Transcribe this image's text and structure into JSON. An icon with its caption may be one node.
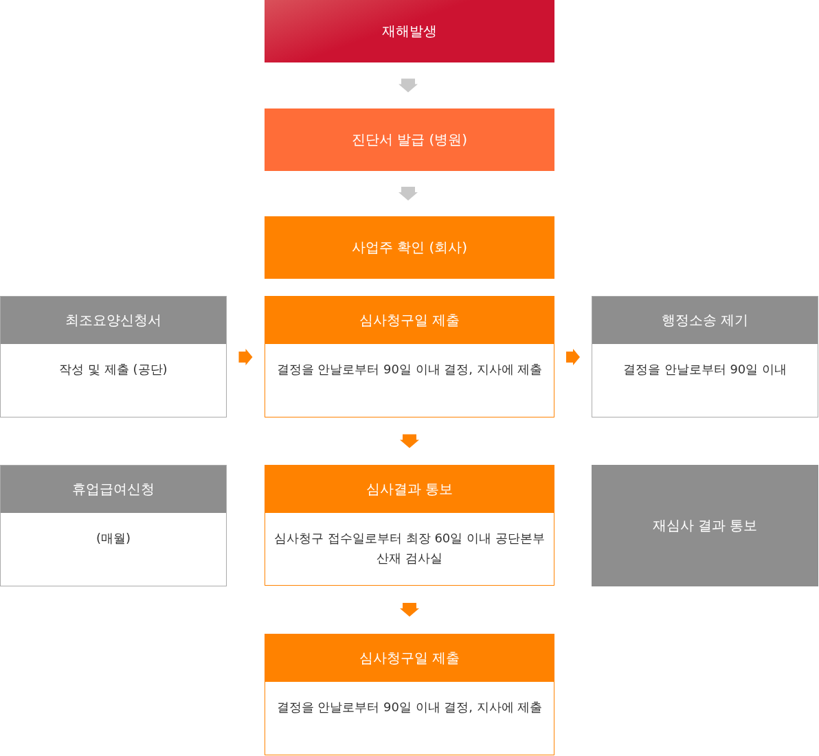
{
  "diagram": {
    "nodes": [
      {
        "text": [
          "재해발생"
        ]
      },
      {
        "text": [
          "진단서 발급 (병원)"
        ]
      },
      {
        "text": [
          "사업주 확인 (회사)"
        ]
      },
      {
        "text": [
          "최조요양신청서",
          "작성 및 제출 (공단)"
        ]
      },
      {
        "text": [
          "심사청구일 제출",
          "결정을 안날로부터 90일 이내 결정, 지사에 제출"
        ]
      },
      {
        "text": [
          "행정소송 제기",
          "결정을 안날로부터 90일 이내"
        ]
      },
      {
        "text": [
          "휴업급여신청",
          "(매월)"
        ]
      },
      {
        "text": [
          "심사결과 통보",
          "심사청구 접수일로부터 최장 60일 이내 공단본부 산재 검사실"
        ]
      },
      {
        "text": [
          "재심사 결과 통보"
        ]
      },
      {
        "text": [
          "심사청구일 제출",
          "결정을 안날로부터 90일 이내 결정, 지사에 제출"
        ]
      }
    ],
    "edges": [
      {
        "from": 0,
        "to": 1,
        "arrow": "to",
        "color": "#c8c8c8"
      },
      {
        "from": 1,
        "to": 2,
        "arrow": "to",
        "color": "#c8c8c8"
      },
      {
        "from": 3,
        "to": 4,
        "arrow": "to"
      },
      {
        "from": 4,
        "to": 5,
        "arrow": "to"
      },
      {
        "from": 4,
        "to": 7,
        "arrow": "to"
      },
      {
        "from": 7,
        "to": 9,
        "arrow": "to"
      }
    ]
  }
}
